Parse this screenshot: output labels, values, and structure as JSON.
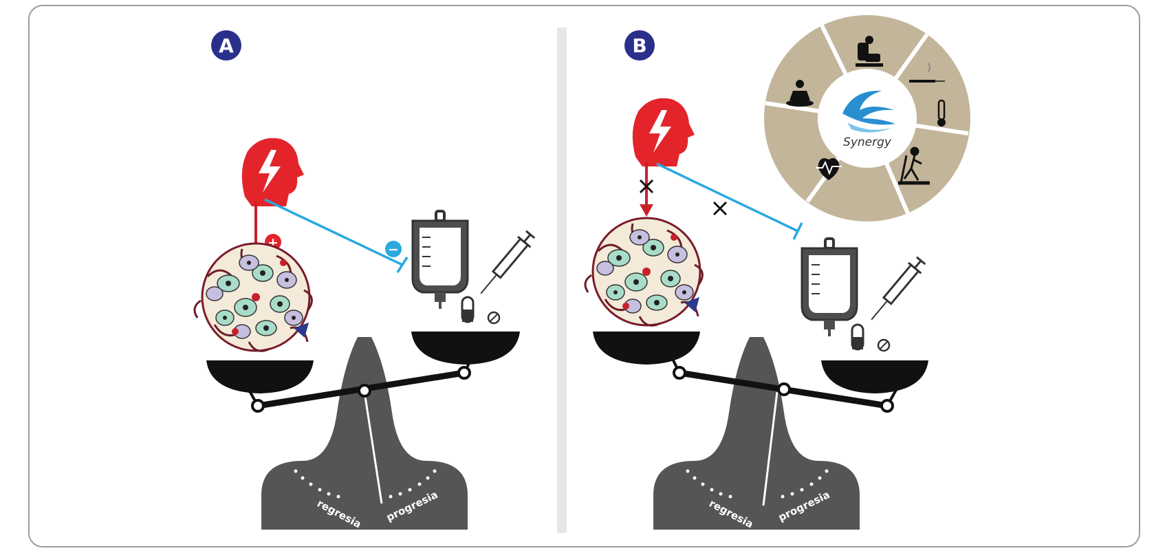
{
  "panels": [
    {
      "label": "A",
      "scale": {
        "left_label": "regresia",
        "right_label": "progresia"
      },
      "stress_effect_on_tumor": "+",
      "stress_effect_on_therapy": "−"
    },
    {
      "label": "B",
      "scale": {
        "left_label": "regresia",
        "right_label": "progresia"
      },
      "synergy_wheel": {
        "center_label": "Synergy",
        "segments": [
          "massage-chair-icon",
          "acupuncture-icon",
          "thermometer-icon",
          "treadmill-icon",
          "heart-rate-icon",
          "meditation-icon"
        ]
      }
    }
  ],
  "colors": {
    "badge": "#2b2f8c",
    "stress_head": "#e3242b",
    "inhibition_line": "#29a9e0",
    "scale": "#555555",
    "wheel": "#c3b59a",
    "synergy_logo": "#2a8fd1"
  }
}
